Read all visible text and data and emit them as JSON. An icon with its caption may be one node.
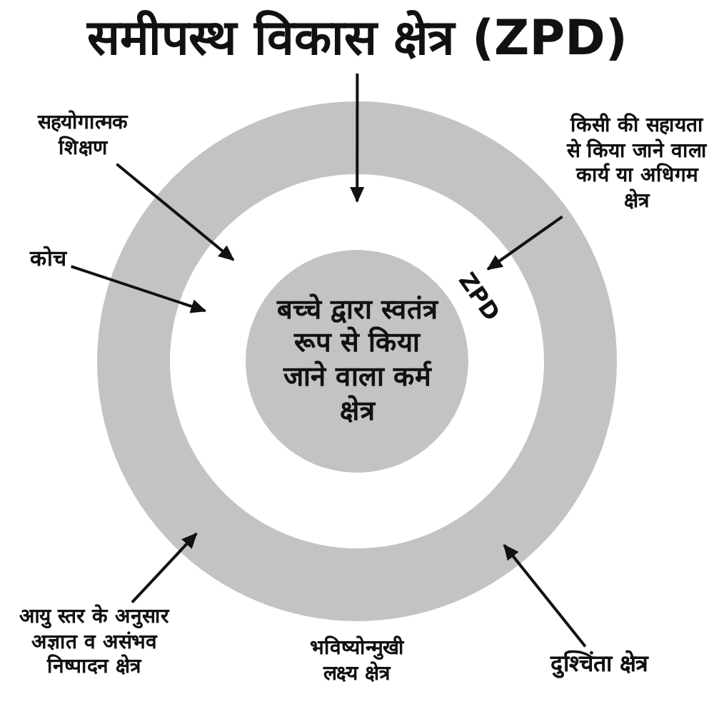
{
  "diagram": {
    "nodes": [
      {
        "text": [
          "समीपस्थ विकास क्षेत्र (ZPD)"
        ]
      },
      {
        "text": [],
        "shape": "circle"
      },
      {
        "text": [
          "ZPD"
        ],
        "in": 1
      },
      {
        "text": [
          "बच्चे द्वारा स्वतंत्र रूप से किया जाने वाला कर्म क्षेत्र"
        ],
        "in": 2
      },
      {
        "text": [
          "सहयोगात्मक शिक्षण"
        ]
      },
      {
        "text": [
          "किसी की सहायता से किया जाने वाला कार्य या अधिगम क्षेत्र"
        ]
      },
      {
        "text": [
          "कोच"
        ]
      },
      {
        "text": [
          "आयु स्तर के अनुसार अज्ञात व असंभव निष्पादन क्षेत्र"
        ]
      },
      {
        "text": [
          "दुश्चिंता क्षेत्र"
        ]
      }
    ],
    "edges": [
      {
        "from": 0,
        "to": 2,
        "arrow": "to"
      },
      {
        "from": 4,
        "to": 2,
        "arrow": "to"
      },
      {
        "from": 5,
        "to": 2,
        "arrow": "to"
      },
      {
        "from": 6,
        "to": 2,
        "arrow": "to"
      },
      {
        "from": 7,
        "to": 1,
        "arrow": "to"
      },
      {
        "from": 8,
        "to": 1,
        "arrow": "to"
      }
    ],
    "labels": [
      "भविष्योन्मुखी लक्ष्य क्षेत्र"
    ]
  }
}
